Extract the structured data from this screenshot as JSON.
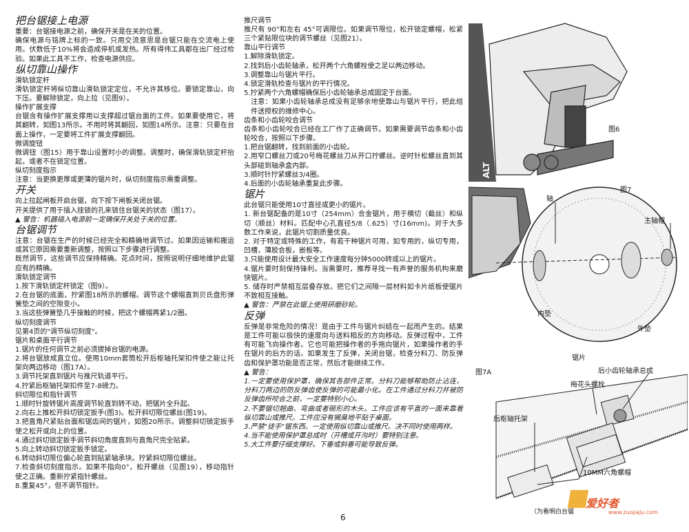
{
  "col1": {
    "s1_title": "把台锯接上电源",
    "s1_p1": "重要：台锯接电源之前，确保开关是在关的位置。",
    "s1_p2": "确保电源与铭牌上标的一致。只用交流意思是台锯只能在交流电上使用。伏数低于10%将会造成停机或发热。所有得伟工具都在出厂经过检验。如果此工具不工作，检查电源供应。",
    "s2_title": "纵切靠山操作",
    "s2_h1": "滑轨锁定杆",
    "s2_p1": "滑轨锁定杆将纵切靠山滑轨锁定定位，不允许其移位。要锁定靠山，向下压。要解除锁定，向上拉（见图9）。",
    "s2_h2": "操作扩展支撑",
    "s2_p2": "台锯含有操作扩展支撑用以支撑超过锯台面的工件。如果要使用它，将其翻转，如图13所示。不用时将其翻回，如图14所示。注意：只要在台面上操作，一定要将工件扩展支撑翻回。",
    "s2_h3": "微调旋钮",
    "s2_p3": "微调钮（图15）用于靠山设置时小的调整。调整时，确保滑轨锁定杆抬起，或者不在锁定位置。",
    "s2_h4": "纵切刻度指示",
    "s2_p4": "注意：当更换更厚或更薄的锯片时，纵切刻度指示需重调整。",
    "s3_title": "开关",
    "s3_p1": "向上拉起闸板开启台锯，向下按下闸板关闭台锯。",
    "s3_p2": "开关提供了用于插入挂锁的孔来锁住台锯关的状态（图17）。",
    "s3_warn": "警告：机器插入电源前一定确保开关处于关的位置。",
    "s4_title": "台锯调节",
    "s4_p1": "注意：台锯在生产的时候已经完全和精确地调节过。如果因运输和搬运或其它原因需要重新调整，按照以下步骤进行调整。",
    "s4_p2": "既然调节，这些调节应保持精确。花点时间，按照说明仔细地维护此锯应有的精确。",
    "s4_h1": "滑轨锁定调节",
    "s4_l1": "1.按下滑轨锁定杆锁定（图9）。",
    "s4_l2": "2.在台锯的底面，拧紧图18所示的螺帽。调节这个螺帽直到贝氏盘形弹簧垫之间的空隙变小。",
    "s4_l3": "3.当这些弹簧垫几乎接触的时候，把这个螺帽再紧1/2圈。",
    "s4_h2": "纵切刻度调节",
    "s4_p3": "见第4页的\"调节纵切刻度\"。",
    "s4_h3": "锯片和桌面平行调节",
    "s4_m1": "1.锯片的任何调节之前必须拔掉台锯的电源。",
    "s4_m2": "2.将台锯放成直立位。使用10mm套筒松开后枢轴托架扣件使之能让托架向两边移动（图17A）。",
    "s4_m3": "3.调节托架直到锯片与推尺轨道平行。",
    "s4_m4": "4.拧紧后枢轴托架扣件至7-8磅力。",
    "s4_h4": "斜切限位和指针调节",
    "s4_n1": "1.顺时针旋转锯片高度调节轮直到转不动，把锯片全升起。",
    "s4_n2": "2.向右上推松开斜切锁定扳手(图3)。松开斜切限位螺丝(图19)。",
    "s4_n3": "3.把直角尺紧贴台面和锯齿间的锯片，如图20所示。调整斜切锁定扳手使之松开或向上的位置。",
    "s4_n4": "4.通过斜切锁定扳手调节斜切角度直到与直角尺完全贴紧。",
    "s4_n5": "5.向上转动斜切锁定扳手锁定。",
    "s4_n6": "6.转动斜切限位偏心轮直到贴紧轴承块。拧紧斜切限位螺丝。",
    "s4_n7": "7.检查斜切刻度指示。如果不指向0°，松开螺丝（见图19），移动指针使之正确。重新拧紧指针螺丝。",
    "s4_n8": "8.重复45°，但不调节指针。"
  },
  "col2": {
    "t1_h": "推尺调节",
    "t1_p": "推尺有 90°和左右 45°可调限位。如果调节限位，松开锁定螺帽，松紧三个紧贴限位块的调节螺丝（见图21）。",
    "t2_h": "靠山平行调节",
    "t2_l1": "1.解除滑轨锁定。",
    "t2_l2": "2.找到后小齿轮轴承，松开两个六角螺栓使之足以两边移动。",
    "t2_l3": "3.调整靠山与锯片平行。",
    "t2_l4": "4.锁定滑轨检查与锯片的平行情况。",
    "t2_l5": "5.拧紧两个六角螺帽确保后小齿轮轴承总成固定于台面。",
    "t2_note": "注意：如果小齿轮轴承总成没有足够余地使靠山与锯片平行，把此组件送授权的维修中心。",
    "t3_h": "齿条和小齿轮咬合调节",
    "t3_p": "齿条和小齿轮咬合已经在工厂作了正确调节。如果需要调节齿条和小齿轮咬合，按照以下步骤。",
    "t3_l1": "1.把台锯翻转，找到前面的小齿轮。",
    "t3_l2": "2.用窄口螺丝刀或20号梅花螺丝刀从开口拧螺丝。逆时针松螺丝直到其头部碰到轴承盒内部。",
    "t3_l3": "3.顺时针拧紧螺丝3/4圈。",
    "t3_l4": "4.后面的小齿轮轴承重复此步骤。",
    "t4_title": "锯片",
    "t4_p": "此台锯只能使用10寸直径或更小的锯片。",
    "t4_l1": "1. 新台锯配备的是10寸（254mm）合金锯片，用于横切（截丝）和纵切（顺丝）材料。匹配中心孔直径5/8（.625）寸(16mm)。对于大多数工作来说，此锯片切割质量优良。",
    "t4_l2": "2. 对于特定或特殊的工作，有若干种锯片可用，如专用的，纵切专用，凹槽，薄胶合板，嵌板等。",
    "t4_l3": "3.只能使用设计最大安全工作速度每分钟5000转或以上的锯片。",
    "t4_l4": "4.锯片要时刻保持锋利。当需要时，推荐寻找一有声誉的服务机构来磨快锯片。",
    "t4_l5": "5. 储存时严禁相互层叠存放。把它们之间隔一层材料如卡片纸板使锯片不致相互接触。",
    "t4_warn": "警告：严禁在此锯上使用研磨砂轮。",
    "t5_title": "反弹",
    "t5_p": "反弹是非常危险的情况！是由于工件与锯片纠结在一起而产生的。结果是工件可能以极快的速度向与送料相反的方向移动。反弹过程中，工件有可能飞向操作者。它也可能把操作者的手拖向锯片，如果操作者的手在锯片的后方的话。如果发生了反弹，关闭台锯，检查分料刀、防反弹齿和保护罩功能是否正常，然后才能继续工作。",
    "t5_warn_h": "警告：",
    "t5_w1": "1.一定要使用保护罩，确保其各部件正常。分料刀能够帮助防止沾连，分料刀两边的防反弹齿使反弹的可能最小化。在工件通过分料刀并被防反弹齿所咬合之前，一定要特别小心。",
    "t5_w2": "2.不要锯切翘曲、弯曲或者碗形的木头。工件应该有平直的一面来靠着纵切靠山或推尺。工件应没有搁臭地平贴于桌面。",
    "t5_w3": "3.严禁\"徒手\"锯东西。一定使用纵切靠山或推尺。决不同时使用两样。",
    "t5_w4": "4.当不能使用保护罩总成时（开槽或开沟时）要特别注意。",
    "t5_w5": "5.大工件要仔细支撑好。下垂或斜垂可能导致反弹。"
  },
  "figures": {
    "fig6": "图6",
    "fig7": "图7",
    "fig7a": "图7A",
    "shaft": "轴",
    "nut": "主轴帽",
    "inner": "内垫",
    "outer": "外垫",
    "blade": "锯片",
    "pinion": "后小齿轮轴承总成",
    "torx": "梅花头螺栓",
    "bracket": "后枢轴托架",
    "hexnut": "10MM六角螺帽",
    "caption": "（为看明白台锯"
  },
  "page_number": "6",
  "watermark": {
    "text": "爱好者",
    "url": "www.zuojiaju.com"
  }
}
